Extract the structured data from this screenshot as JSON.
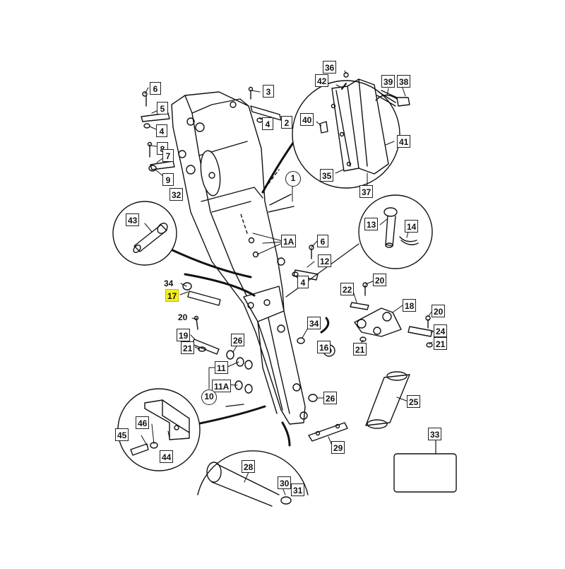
{
  "highlight_color": "#f5ee1a",
  "labels": {
    "l1": "1",
    "l1A": "1A",
    "l2": "2",
    "l3": "3",
    "l4a": "4",
    "l4b": "4",
    "l4c": "4",
    "l5": "5",
    "l6a": "6",
    "l6b": "6",
    "l7": "7",
    "l8": "8",
    "l9": "9",
    "l10": "10",
    "l11": "11",
    "l11A": "11A",
    "l12": "12",
    "l13": "13",
    "l14": "14",
    "l16": "16",
    "l17": "17",
    "l18": "18",
    "l19": "19",
    "l20a": "20",
    "l20b": "20",
    "l20c": "20",
    "l21a": "21",
    "l21b": "21",
    "l21c": "21",
    "l22": "22",
    "l24": "24",
    "l25": "25",
    "l26a": "26",
    "l26b": "26",
    "l28": "28",
    "l29": "29",
    "l30": "30",
    "l31": "31",
    "l32": "32",
    "l33": "33",
    "l34a": "34",
    "l34b": "34",
    "l35": "35",
    "l36": "36",
    "l37": "37",
    "l38": "38",
    "l39": "39",
    "l40": "40",
    "l41": "41",
    "l42": "42",
    "l43": "43",
    "l44": "44",
    "l45": "45",
    "l46": "46"
  }
}
